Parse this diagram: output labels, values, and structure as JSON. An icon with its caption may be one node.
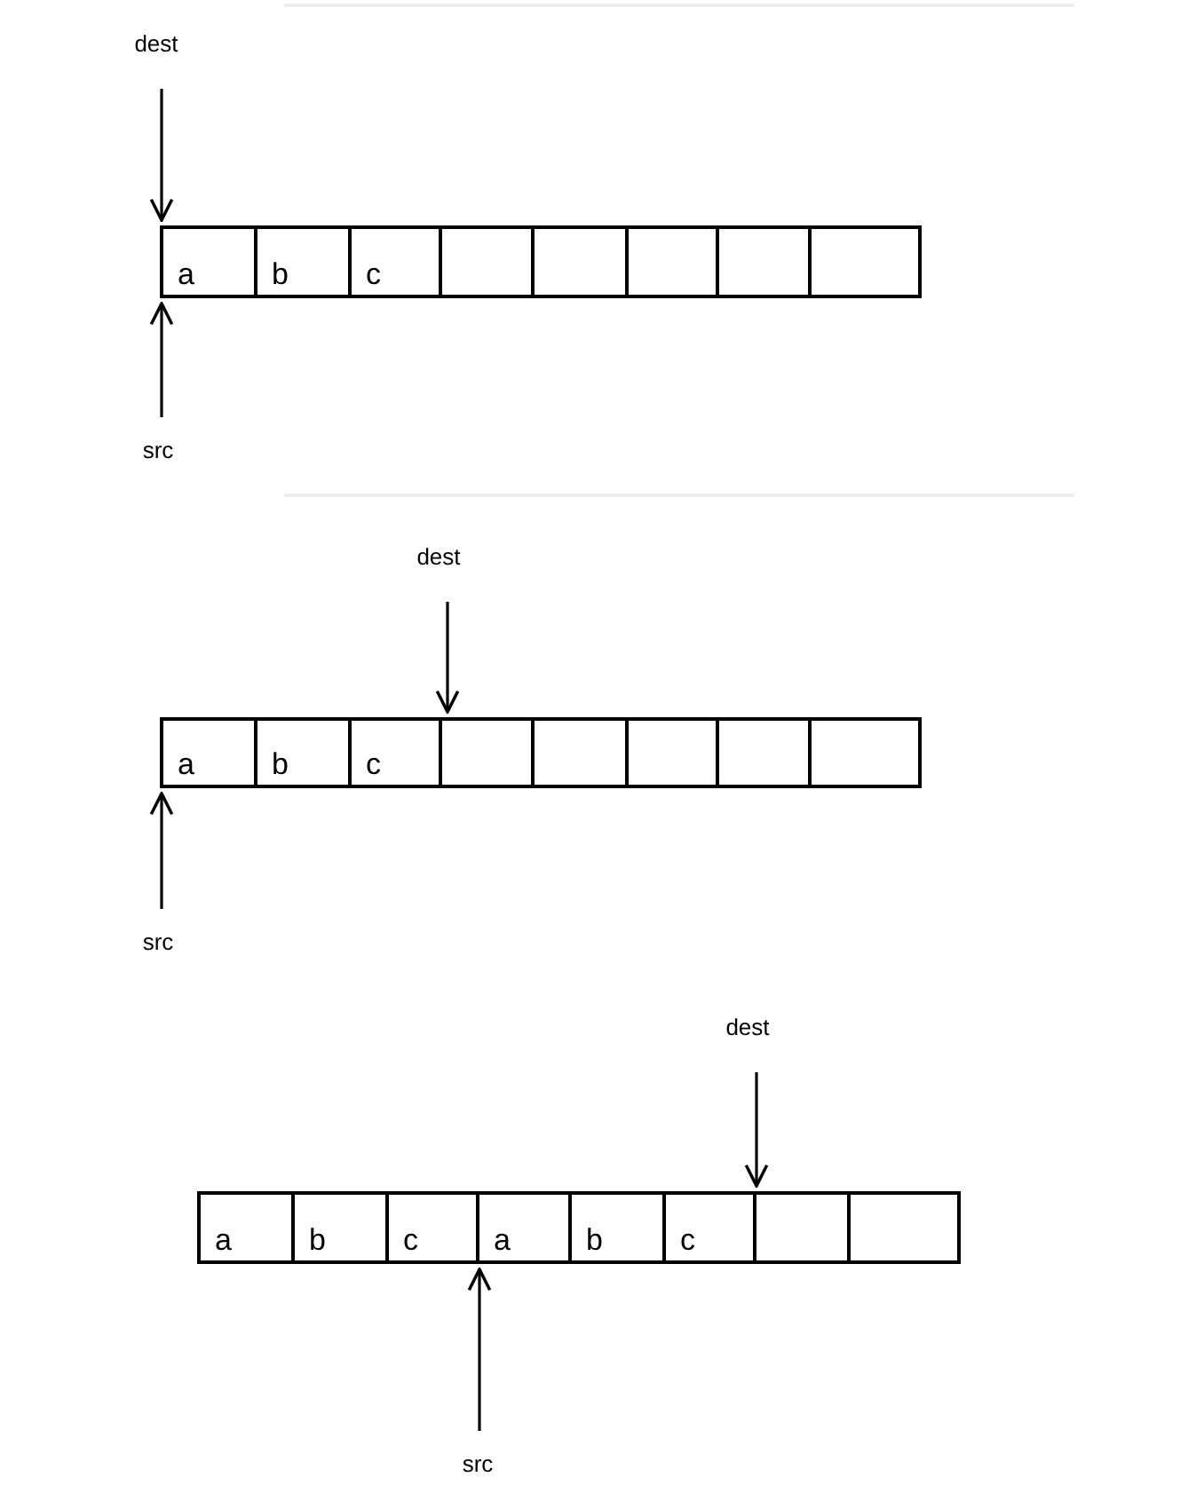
{
  "diagram": {
    "nodes": [
      {
        "text": [
          "dest"
        ]
      },
      {
        "text": [
          "a"
        ]
      },
      {
        "text": [
          "b"
        ]
      },
      {
        "text": [
          "c"
        ]
      },
      {
        "text": [],
        "shape": "box"
      },
      {
        "text": [],
        "shape": "box"
      },
      {
        "text": [],
        "shape": "box"
      },
      {
        "text": [],
        "shape": "box"
      },
      {
        "text": [],
        "shape": "box"
      },
      {
        "text": [
          "src"
        ]
      },
      {
        "text": [
          "dest"
        ]
      },
      {
        "text": [
          "a"
        ]
      },
      {
        "text": [
          "b"
        ]
      },
      {
        "text": [
          "c"
        ]
      },
      {
        "text": [],
        "shape": "box"
      },
      {
        "text": [],
        "shape": "box"
      },
      {
        "text": [],
        "shape": "box"
      },
      {
        "text": [],
        "shape": "box"
      },
      {
        "text": [],
        "shape": "box"
      },
      {
        "text": [
          "src"
        ]
      },
      {
        "text": [
          "dest"
        ]
      },
      {
        "text": [
          "a"
        ]
      },
      {
        "text": [
          "b"
        ]
      },
      {
        "text": [
          "c"
        ]
      },
      {
        "text": [
          "a"
        ]
      },
      {
        "text": [
          "b"
        ]
      },
      {
        "text": [
          "c"
        ]
      },
      {
        "text": [],
        "shape": "box"
      },
      {
        "text": [],
        "shape": "box"
      },
      {
        "text": [
          "src"
        ]
      }
    ],
    "edges": [
      {
        "from": 0,
        "to": 1,
        "arrow": "to"
      },
      {
        "from": 9,
        "to": 1,
        "arrow": "to"
      },
      {
        "from": 10,
        "to": 14,
        "arrow": "to"
      },
      {
        "from": 19,
        "to": 11,
        "arrow": "to"
      },
      {
        "from": 20,
        "to": 27,
        "arrow": "to"
      },
      {
        "from": 29,
        "to": 24,
        "arrow": "to"
      }
    ]
  }
}
